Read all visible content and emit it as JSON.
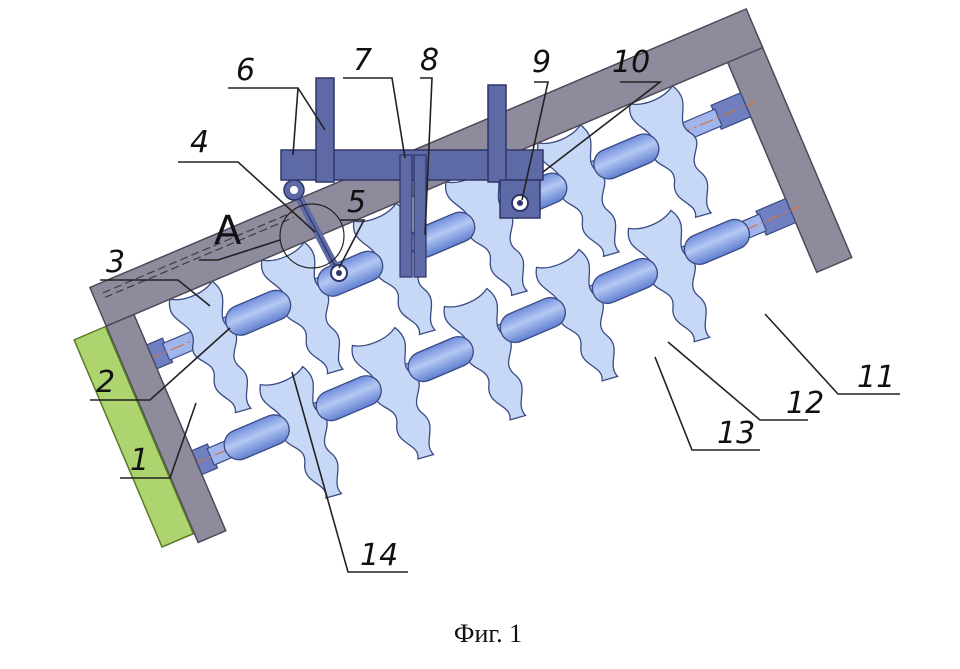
{
  "caption": "Фиг. 1",
  "detail_label": "A",
  "labels": [
    "1",
    "2",
    "3",
    "4",
    "5",
    "6",
    "7",
    "8",
    "9",
    "10",
    "11",
    "12",
    "13",
    "14"
  ],
  "colors": {
    "frame_gray": "#8e8b9c",
    "frame_dark": "#4b4a5a",
    "hitch_blue": "#5d6aa6",
    "drum_blue": "#8ea7e6",
    "blade_blue": "#c7d8f6",
    "plate_green": "#aed46f",
    "axis_orange": "#d9733c"
  }
}
